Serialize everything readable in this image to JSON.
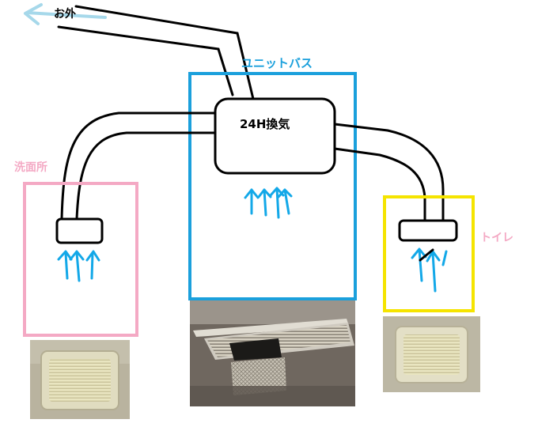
{
  "labels": {
    "outside": "お外",
    "unit_bath": "ユニットバス",
    "ventilator": "24H換気",
    "washroom": "洗面所",
    "toilet": "トイレ"
  },
  "colors": {
    "unit_bath_frame": "#1ba0dc",
    "washroom_frame": "#f4a9c4",
    "toilet_frame": "#f5e400",
    "airflow_arrows": "#13a8e8",
    "outside_arrow": "#a6d8ea",
    "ducts": "#000000"
  },
  "photos": {
    "washroom_vent": "ceiling-vent-grille-photo",
    "bath_vent": "bathroom-ventilator-photo",
    "toilet_vent": "ceiling-vent-grille-photo"
  }
}
